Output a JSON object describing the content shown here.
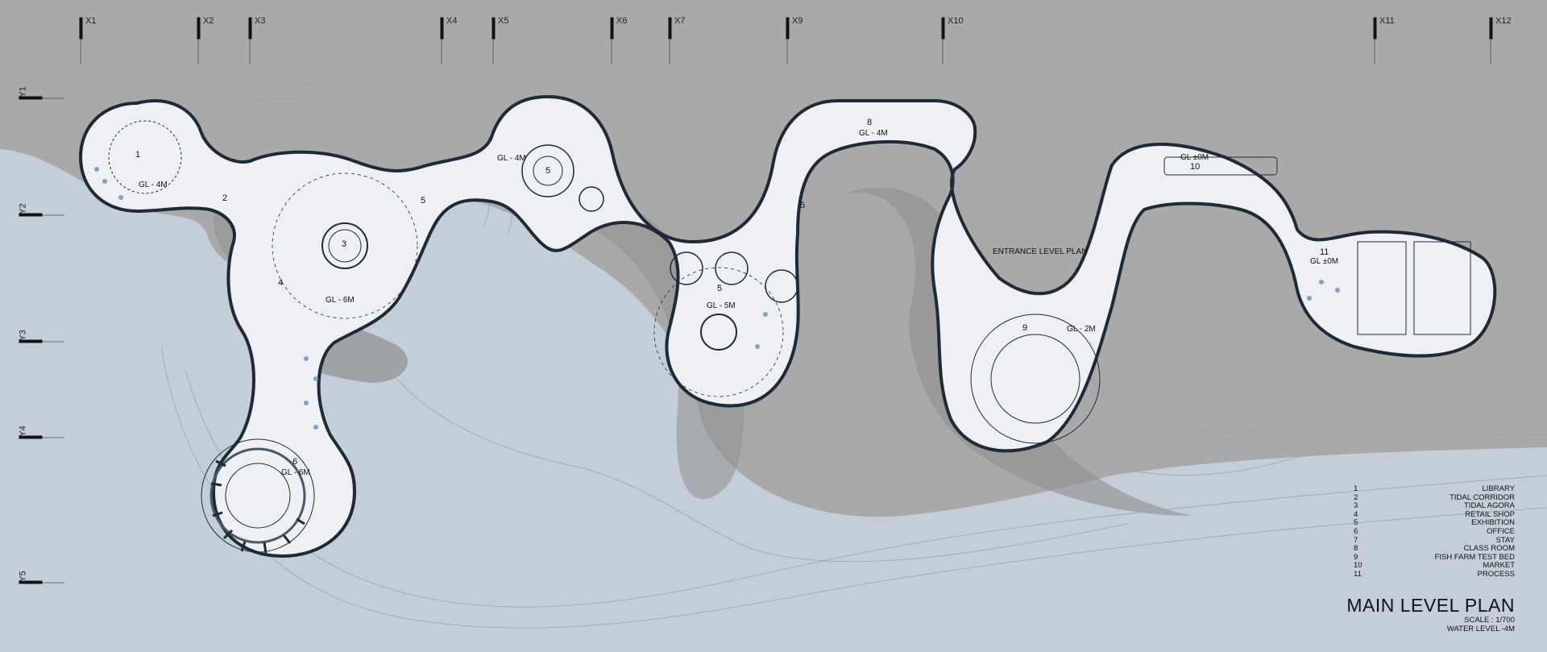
{
  "grid": {
    "columns": [
      "X1",
      "X2",
      "X3",
      "X4",
      "X5",
      "X6",
      "X7",
      "X9",
      "X10",
      "X11",
      "X12"
    ],
    "rows": [
      "Y1",
      "Y2",
      "Y3",
      "Y4",
      "Y5"
    ]
  },
  "spaces": {
    "library": {
      "num": "1",
      "level": "GL - 4M"
    },
    "corridor": {
      "num": "2"
    },
    "agora": {
      "num": "3",
      "level": "GL - 6M"
    },
    "shop": {
      "num": "4"
    },
    "exhibition_a": {
      "num": "5",
      "level": "GL - 4M"
    },
    "exhibition_b": {
      "num": "5",
      "level": "GL - 5M"
    },
    "exhibition_label_1": "5",
    "exhibition_label_2": "5",
    "exhibition_label_3": "5",
    "office": {
      "num": "6",
      "level": "GL - 6M"
    },
    "classroom": {
      "num": "8",
      "level": "GL - 4M"
    },
    "fish_farm": {
      "num": "9",
      "level": "GL - 2M"
    },
    "market": {
      "num": "10",
      "level": "GL ±0M"
    },
    "process": {
      "num": "11",
      "level": "GL ±0M"
    }
  },
  "entrance_label": "ENTRANCE LEVEL PLAN",
  "legend": [
    {
      "num": "1",
      "name": "LIBRARY"
    },
    {
      "num": "2",
      "name": "TIDAL CORRIDOR"
    },
    {
      "num": "3",
      "name": "TIDAL AGORA"
    },
    {
      "num": "4",
      "name": "RETAIL SHOP"
    },
    {
      "num": "5",
      "name": "EXHIBITION"
    },
    {
      "num": "6",
      "name": "OFFICE"
    },
    {
      "num": "7",
      "name": "STAY"
    },
    {
      "num": "8",
      "name": "CLASS ROOM"
    },
    {
      "num": "9",
      "name": "FISH FARM TEST BED"
    },
    {
      "num": "10",
      "name": "MARKET"
    },
    {
      "num": "11",
      "name": "PROCESS"
    }
  ],
  "title": "MAIN LEVEL PLAN",
  "scale": "SCALE : 1/700",
  "water_level": "WATER LEVEL -4M",
  "colors": {
    "land": "#a9a9aa",
    "water": "#c4ced8",
    "floor": "#eef0f3",
    "wall": "#1e2a38",
    "accent": "#7fa3c4"
  }
}
